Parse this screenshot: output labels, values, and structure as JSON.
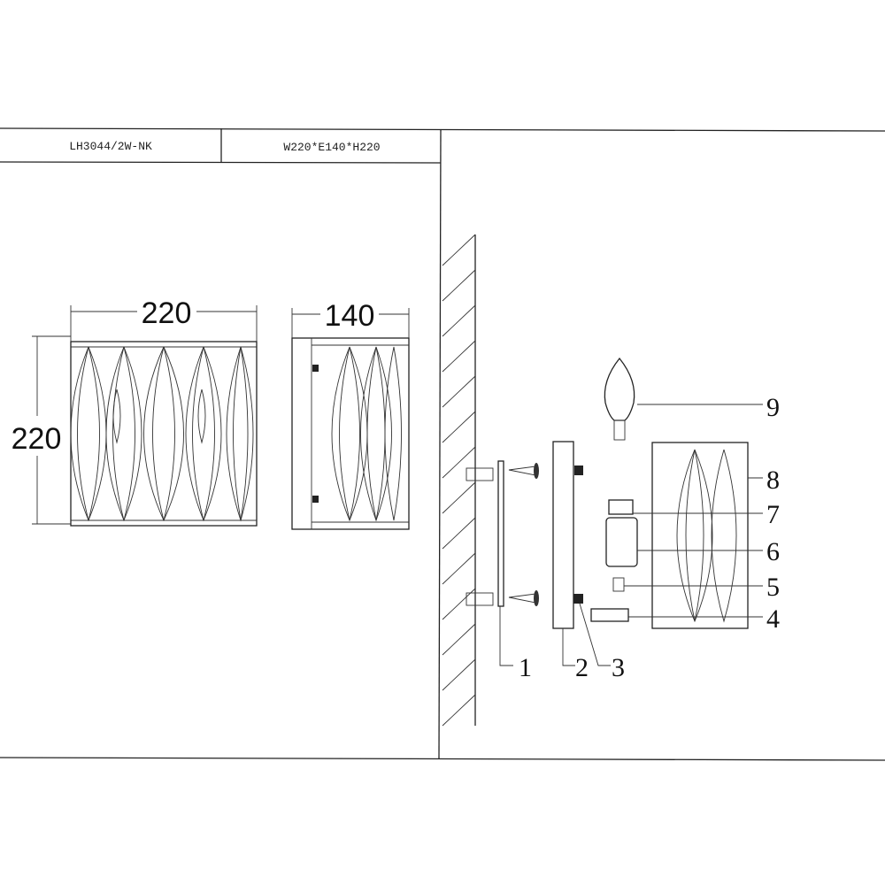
{
  "header": {
    "model": "LH3044/2W-NK",
    "dimensions": "W220*E140*H220"
  },
  "front_view": {
    "width_label": "220",
    "height_label": "220"
  },
  "side_view": {
    "depth_label": "140"
  },
  "part_labels": [
    "1",
    "2",
    "3",
    "4",
    "5",
    "6",
    "7",
    "8",
    "9"
  ]
}
